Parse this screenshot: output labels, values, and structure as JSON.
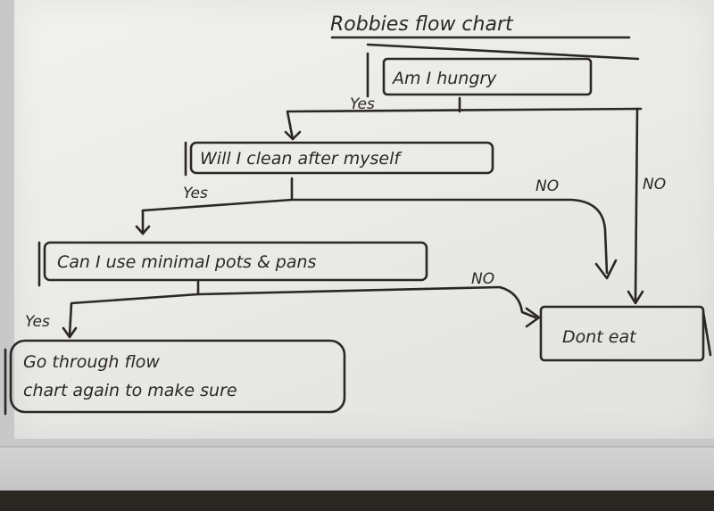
{
  "diagram": {
    "title": "Robbies flow chart",
    "nodes": {
      "hungry": "Am I hungry",
      "clean": "Will I clean after myself",
      "pots": "Can I use minimal pots & pans",
      "repeat_line1": "Go through flow",
      "repeat_line2": "chart again to make sure",
      "dont_eat": "Dont eat"
    },
    "edge_labels": {
      "hungry_yes": "Yes",
      "hungry_no": "NO",
      "clean_yes": "Yes",
      "clean_no": "NO",
      "pots_yes": "Yes",
      "pots_no": "NO"
    }
  },
  "colors": {
    "ink": "#2b2724",
    "board": "#ececea"
  }
}
